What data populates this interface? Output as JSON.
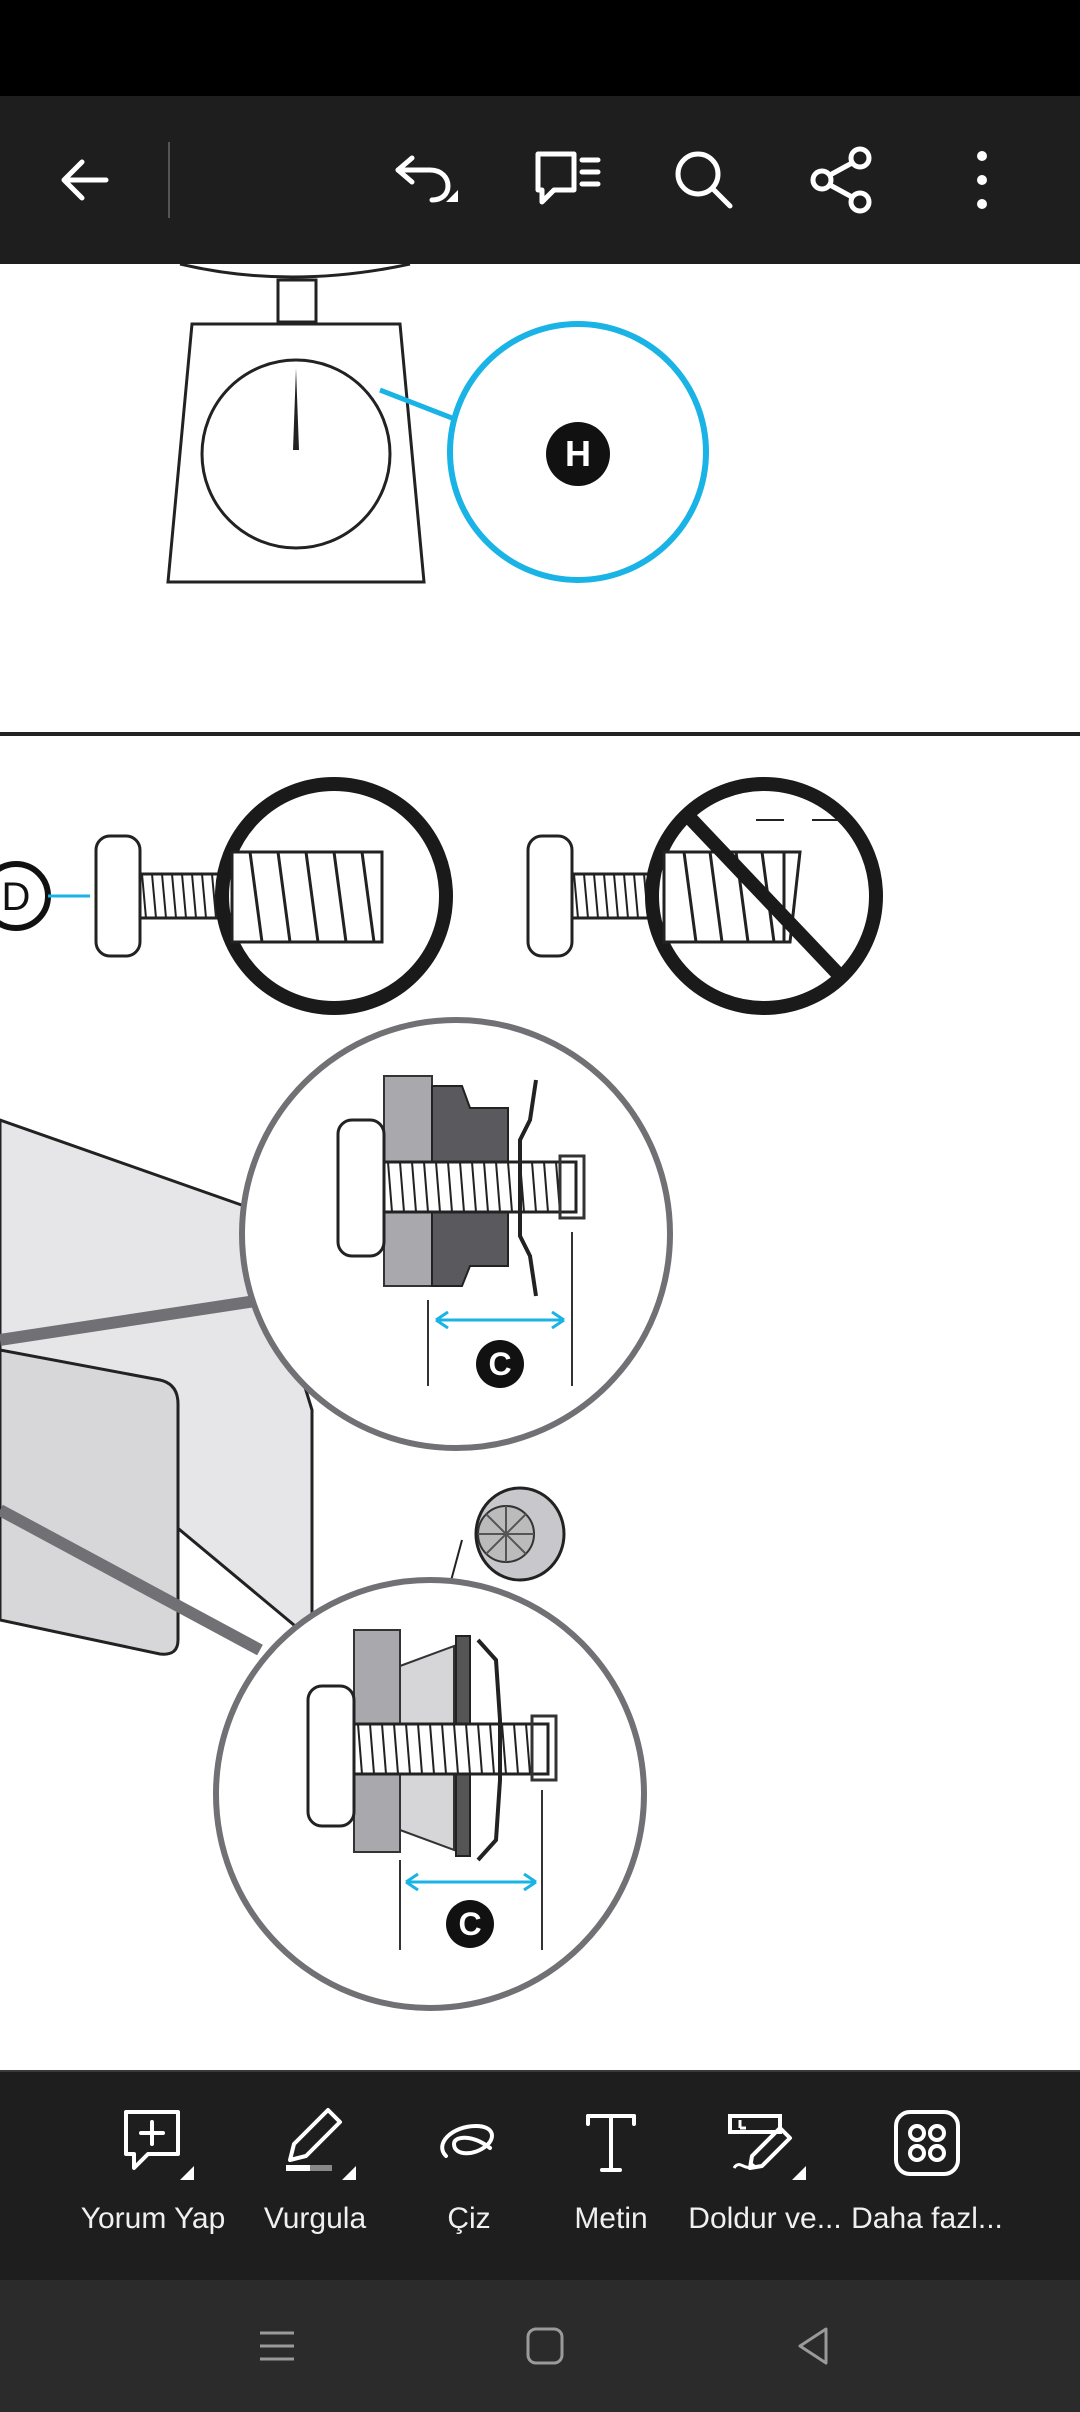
{
  "toolbar": {
    "back": "back-arrow-icon",
    "undo": "undo-icon",
    "comments": "comments-list-icon",
    "search": "search-icon",
    "share": "share-icon",
    "more": "more-vertical-icon"
  },
  "document": {
    "callout_h": "H",
    "callout_d": "D",
    "callout_c_top": "C",
    "callout_c_bottom": "C"
  },
  "tools": [
    {
      "label": "Yorum Yap",
      "icon": "comment-add-icon"
    },
    {
      "label": "Vurgula",
      "icon": "highlight-pen-icon"
    },
    {
      "label": "Çiz",
      "icon": "draw-loop-icon"
    },
    {
      "label": "Metin",
      "icon": "text-icon"
    },
    {
      "label": "Doldur ve...",
      "icon": "fill-sign-icon"
    },
    {
      "label": "Daha fazl...",
      "icon": "more-grid-icon"
    }
  ],
  "colors": {
    "toolbar_bg": "#1e1e1e",
    "accent_cyan": "#1ab3e6",
    "page_bg": "#ffffff"
  }
}
